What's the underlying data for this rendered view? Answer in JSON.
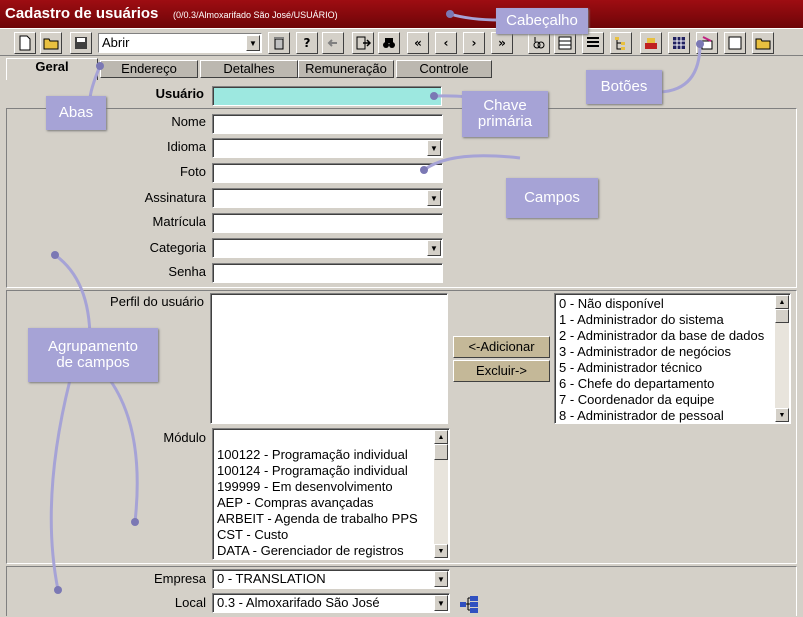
{
  "window": {
    "title": "Cadastro de usuários",
    "subtitle": "(0/0.3/Almoxarifado São José/USUÁRIO)"
  },
  "toolbar": {
    "combo_value": "Abrir",
    "buttons": [
      "new-doc",
      "open-folder",
      "save",
      "delete",
      "help",
      "back",
      "exit",
      "find",
      "first",
      "prev",
      "next",
      "last",
      "view1",
      "view2",
      "view3",
      "tree",
      "flag",
      "grid",
      "wizard",
      "blank",
      "folder2"
    ],
    "help_label": "?",
    "first_label": "«",
    "prev_label": "‹",
    "next_label": "›",
    "last_label": "»"
  },
  "tabs": [
    {
      "label": "Geral"
    },
    {
      "label": "Endereço"
    },
    {
      "label": "Detalhes"
    },
    {
      "label": "Remuneração"
    },
    {
      "label": "Controle"
    }
  ],
  "form": {
    "usuario_label": "Usuário",
    "usuario_value": "",
    "nome_label": "Nome",
    "idioma_label": "Idioma",
    "foto_label": "Foto",
    "assinatura_label": "Assinatura",
    "matricula_label": "Matrícula",
    "categoria_label": "Categoria",
    "senha_label": "Senha",
    "perfil_label": "Perfil do usuário",
    "modulo_label": "Módulo",
    "empresa_label": "Empresa",
    "empresa_value": "0 - TRANSLATION",
    "local_label": "Local",
    "local_value": "0.3 - Almoxarifado São José"
  },
  "buttons": {
    "add": "<-Adicionar",
    "remove": "Excluir->"
  },
  "profiles": [
    "0 - Não disponível",
    "1 - Administrador do sistema",
    "2 - Administrador da base de dados",
    "3 - Administrador de negócios",
    "5 - Administrador técnico",
    "6 - Chefe do departamento",
    "7 - Coordenador da equipe",
    "8 - Administrador de pessoal"
  ],
  "modules": [
    "100122 - Programação individual",
    "100124 - Programação individual",
    "199999 - Em desenvolvimento",
    "AEP - Compras avançadas",
    "ARBEIT - Agenda de trabalho PPS",
    "CST - Custo",
    "DATA - Gerenciador de registros"
  ],
  "callouts": {
    "cabecalho": "Cabeçalho",
    "botoes": "Botões",
    "abas": "Abas",
    "chave": "Chave primária",
    "campos": "Campos",
    "agrupamento": "Agrupamento de campos"
  }
}
